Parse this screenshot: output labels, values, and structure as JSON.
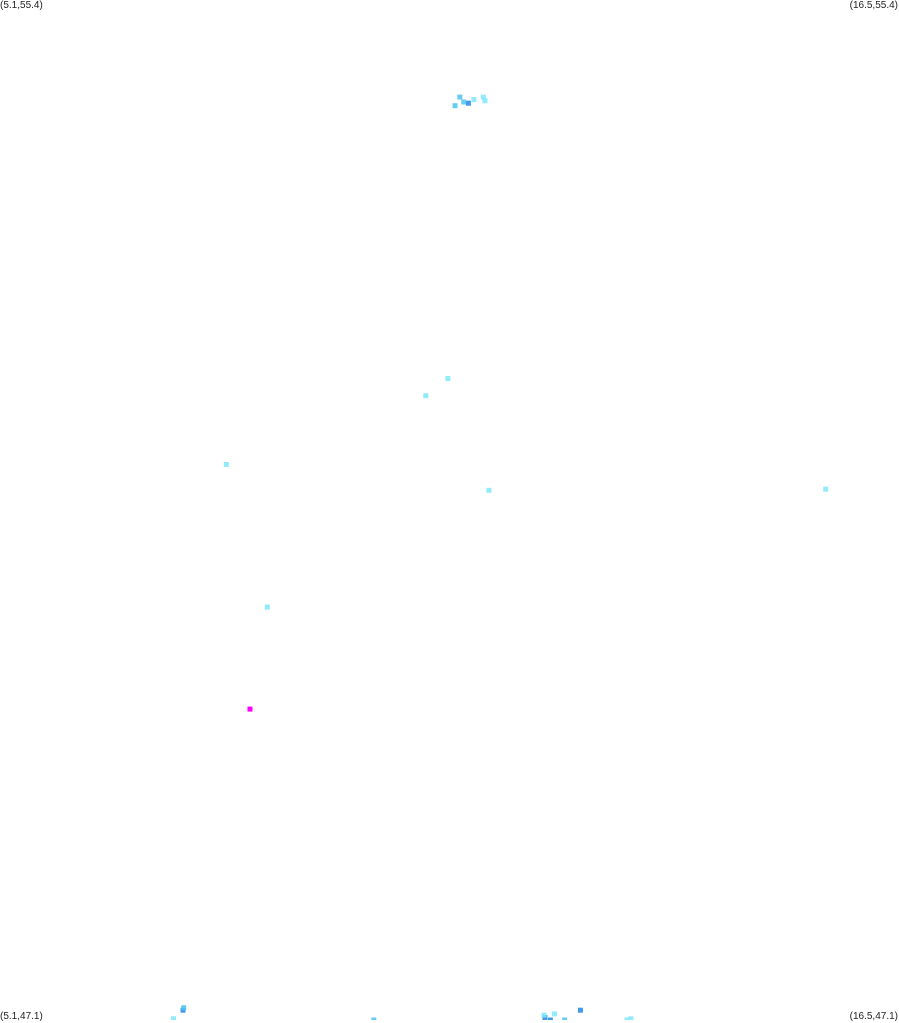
{
  "corners": {
    "top_left": "(5.1,55.4)",
    "top_right": "(16.5,55.4)",
    "bottom_left": "(5.1,47.1)",
    "bottom_right": "(16.5,47.1)"
  },
  "bounds": {
    "lon_min": 5.1,
    "lon_max": 16.5,
    "lat_min": 47.1,
    "lat_max": 55.4
  },
  "colors": {
    "light": "#7ee8fa",
    "medium": "#4cc3f0",
    "dark": "#1e88e5",
    "highlight": "#ff00ff"
  },
  "points": [
    {
      "lon": 10.93,
      "lat": 54.61,
      "shade": "medium"
    },
    {
      "lon": 11.04,
      "lat": 54.56,
      "shade": "dark"
    },
    {
      "lon": 11.11,
      "lat": 54.59,
      "shade": "light"
    },
    {
      "lon": 10.98,
      "lat": 54.57,
      "shade": "medium"
    },
    {
      "lon": 10.87,
      "lat": 54.54,
      "shade": "medium"
    },
    {
      "lon": 11.23,
      "lat": 54.61,
      "shade": "light"
    },
    {
      "lon": 11.25,
      "lat": 54.58,
      "shade": "light"
    },
    {
      "lon": 10.78,
      "lat": 52.32,
      "shade": "light"
    },
    {
      "lon": 10.5,
      "lat": 52.18,
      "shade": "light"
    },
    {
      "lon": 7.97,
      "lat": 51.62,
      "shade": "light"
    },
    {
      "lon": 11.3,
      "lat": 51.41,
      "shade": "light"
    },
    {
      "lon": 15.57,
      "lat": 51.42,
      "shade": "light"
    },
    {
      "lon": 8.49,
      "lat": 50.46,
      "shade": "light"
    },
    {
      "lon": 8.27,
      "lat": 49.63,
      "shade": "highlight"
    },
    {
      "lon": 7.42,
      "lat": 47.18,
      "shade": "dark"
    },
    {
      "lon": 7.43,
      "lat": 47.2,
      "shade": "medium"
    },
    {
      "lon": 7.3,
      "lat": 47.11,
      "shade": "light"
    },
    {
      "lon": 9.84,
      "lat": 47.1,
      "shade": "medium"
    },
    {
      "lon": 12.01,
      "lat": 47.12,
      "shade": "dark"
    },
    {
      "lon": 12.08,
      "lat": 47.1,
      "shade": "dark"
    },
    {
      "lon": 12.0,
      "lat": 47.14,
      "shade": "light"
    },
    {
      "lon": 12.13,
      "lat": 47.15,
      "shade": "light"
    },
    {
      "lon": 12.46,
      "lat": 47.18,
      "shade": "dark"
    },
    {
      "lon": 12.26,
      "lat": 47.1,
      "shade": "medium"
    },
    {
      "lon": 13.05,
      "lat": 47.1,
      "shade": "light"
    },
    {
      "lon": 13.1,
      "lat": 47.11,
      "shade": "light"
    }
  ]
}
